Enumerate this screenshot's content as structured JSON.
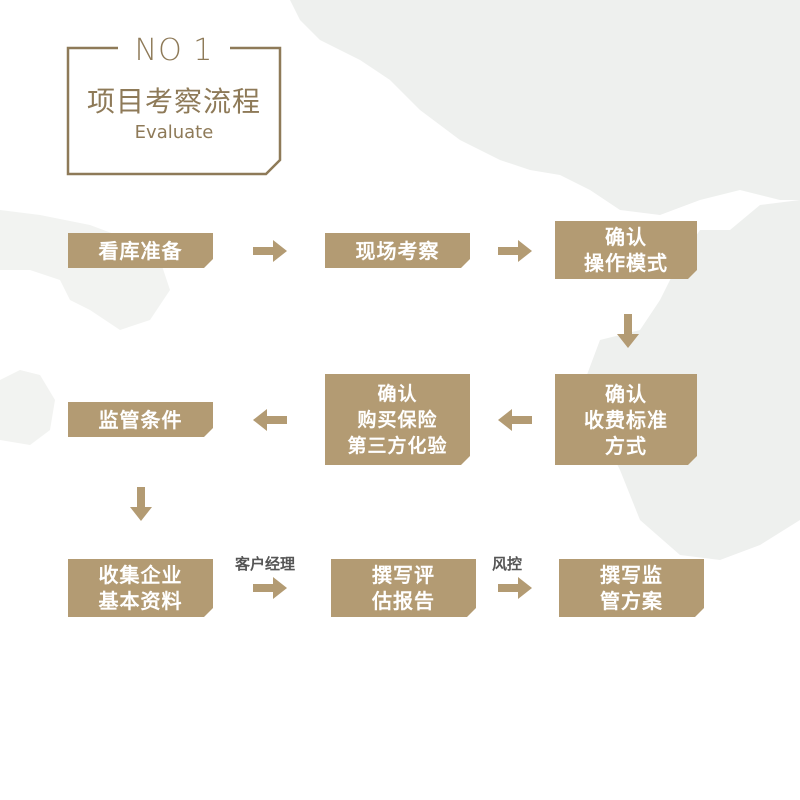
{
  "header": {
    "number": "NO 1",
    "title": "项目考察流程",
    "subtitle": "Evaluate"
  },
  "steps": {
    "s1": "看库准备",
    "s2": "现场考察",
    "s3": "确认\n操作模式",
    "s4": "确认\n收费标准\n方式",
    "s5": "确认\n购买保险\n第三方化验",
    "s6": "监管条件",
    "s7": "收集企业\n基本资料",
    "s8": "撰写评\n估报告",
    "s9": "撰写监\n管方案"
  },
  "edge_labels": {
    "e78": "客户经理",
    "e89": "风控"
  },
  "colors": {
    "box": "#b39b73",
    "arrow": "#b39b73",
    "frame": "#8e7a58",
    "background_map": "#eef0ee"
  }
}
